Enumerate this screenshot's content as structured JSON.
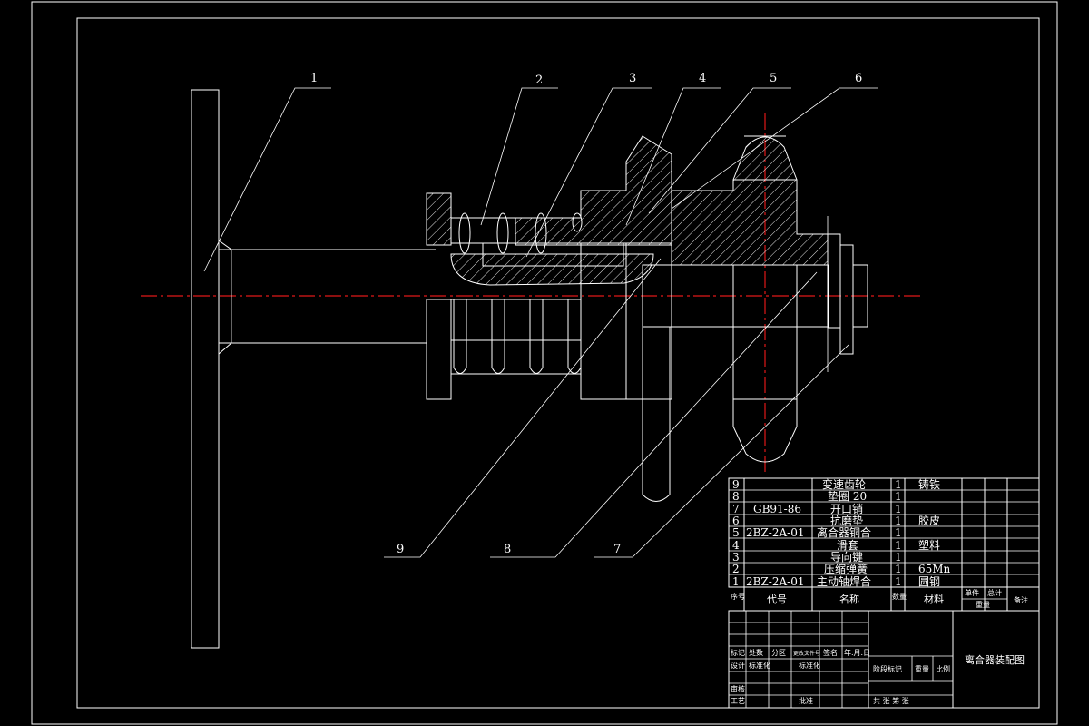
{
  "drawing_title": "离合器装配图",
  "callouts": [
    {
      "num": "1"
    },
    {
      "num": "2"
    },
    {
      "num": "3"
    },
    {
      "num": "4"
    },
    {
      "num": "5"
    },
    {
      "num": "6"
    },
    {
      "num": "7"
    },
    {
      "num": "8"
    },
    {
      "num": "9"
    }
  ],
  "bom": {
    "rows": [
      {
        "no": "9",
        "code": "",
        "name": "变速齿轮",
        "qty": "1",
        "material": "铸铁"
      },
      {
        "no": "8",
        "code": "",
        "name": "垫圈 20",
        "qty": "1",
        "material": ""
      },
      {
        "no": "7",
        "code": "GB91-86",
        "name": "开口销",
        "qty": "1",
        "material": ""
      },
      {
        "no": "6",
        "code": "",
        "name": "抗磨垫",
        "qty": "1",
        "material": "胶皮"
      },
      {
        "no": "5",
        "code": "2BZ-2A-01",
        "name": "离合器铜合",
        "qty": "1",
        "material": ""
      },
      {
        "no": "4",
        "code": "",
        "name": "滑套",
        "qty": "1",
        "material": "塑料"
      },
      {
        "no": "3",
        "code": "",
        "name": "导向键",
        "qty": "1",
        "material": ""
      },
      {
        "no": "2",
        "code": "",
        "name": "压缩弹簧",
        "qty": "1",
        "material": "65Mn"
      },
      {
        "no": "1",
        "code": "2BZ-2A-01",
        "name": "主动轴焊合",
        "qty": "1",
        "material": "圆钢"
      }
    ],
    "header": {
      "no": "序号",
      "code": "代号",
      "name": "名称",
      "qty": "数量",
      "material": "材料",
      "single": "单件",
      "total": "总计",
      "weight": "重量",
      "note": "备注"
    }
  },
  "title_block": {
    "mark": "标记",
    "count": "处数",
    "zone": "分区",
    "change_doc": "更改文件号",
    "sign": "签名",
    "date": "年.月.日",
    "design": "设计",
    "standard": "标准化",
    "stage_mark": "阶段标记",
    "weight": "重量",
    "scale": "比例",
    "review": "审核",
    "process": "工艺",
    "approve": "批准",
    "sheets": "共  张  第  张"
  }
}
